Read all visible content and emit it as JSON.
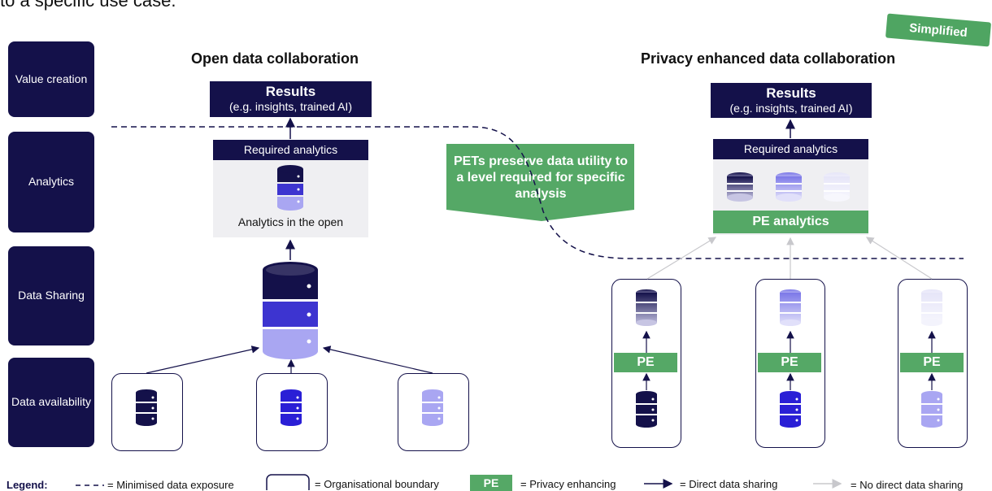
{
  "top_text": "to a specific use case.",
  "badge": "Simplified",
  "stages": [
    "Value creation",
    "Analytics",
    "Data Sharing",
    "Data availability"
  ],
  "left": {
    "title": "Open data collaboration",
    "results_title": "Results",
    "results_sub": "(e.g. insights, trained AI)",
    "required": "Required analytics",
    "analytics_label": "Analytics in the open"
  },
  "callout": "PETs preserve data utility to a level required for specific analysis",
  "right": {
    "title": "Privacy enhanced data collaboration",
    "results_title": "Results",
    "results_sub": "(e.g. insights, trained AI)",
    "required": "Required analytics",
    "pe_analytics": "PE analytics",
    "pe": "PE"
  },
  "legend": {
    "title": "Legend:",
    "minimised": "= Minimised data exposure",
    "boundary": "= Organisational boundary",
    "pe_tag": "PE",
    "privacy": "= Privacy enhancing",
    "direct": "= Direct data sharing",
    "nodirect": "= No direct data sharing"
  },
  "colors": {
    "navy": "#14114a",
    "green": "#55a866",
    "blue": "#2a1fd6",
    "lavender": "#a9a6f2",
    "grey_arrow": "#c8c8cc"
  }
}
